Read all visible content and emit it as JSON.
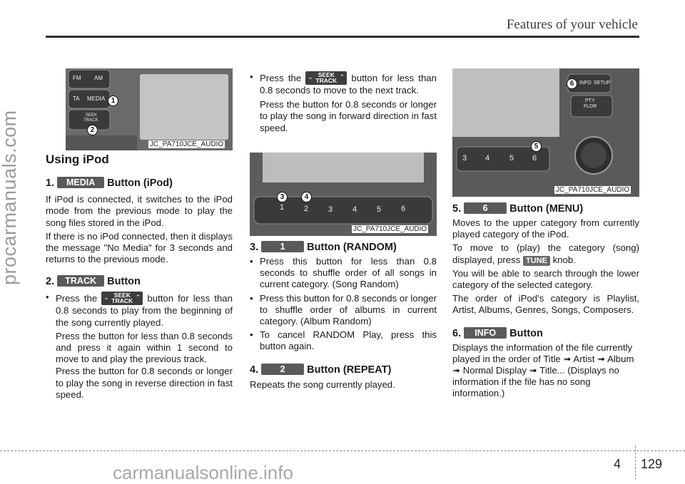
{
  "header": {
    "title": "Features of your vehicle"
  },
  "footer": {
    "chapter": "4",
    "page": "129",
    "watermark": "carmanualsonline.info",
    "side_watermark": "procarmanuals.com"
  },
  "figures": {
    "fig1": {
      "caption": "JC_PA710JCE_AUDIO",
      "labels": [
        "FM",
        "AM",
        "TA",
        "MEDIA",
        "SEEK",
        "TRACK"
      ],
      "callouts": [
        "1",
        "2"
      ]
    },
    "fig2": {
      "caption": "JC_PA710JCE_AUDIO",
      "keys": [
        "1",
        "2",
        "3",
        "4",
        "5",
        "6"
      ],
      "callouts": [
        "3",
        "4"
      ]
    },
    "fig3": {
      "caption": "JC_PA710JCE_AUDIO",
      "labels": [
        "INFO",
        "SETUP",
        "PTY",
        "FLDR"
      ],
      "keys": [
        "3",
        "4",
        "5",
        "6"
      ],
      "callouts": [
        "6",
        "5"
      ]
    }
  },
  "seek_icon": {
    "line1": "SEEK",
    "line2": "TRACK"
  },
  "col1": {
    "title": "Using iPod",
    "s1": {
      "heading_num": "1.",
      "badge": "MEDIA",
      "heading_text": "Button (iPod)",
      "p1": "If iPod is connected, it switches to the iPod mode from the previous mode to play the song files stored in the iPod.",
      "p2": "If there is no iPod connected, then it displays the message \"No Media\" for 3 seconds and returns to the previous mode."
    },
    "s2": {
      "heading_num": "2.",
      "badge": "TRACK",
      "heading_text": "Button",
      "b_pre": "Press the",
      "b_post": "button for less than 0.8 seconds to play from the beginning of the song currently played.",
      "p2": "Press the button for less than 0.8 seconds and press it again within 1 second to move to and play the previous track.",
      "p3": "Press the button for 0.8 seconds or longer to play the song in reverse direction in fast speed."
    }
  },
  "col2": {
    "b_pre": "Press the",
    "b_post": "button for less than 0.8 seconds to move to the next track.",
    "p_after": "Press the button for 0.8 seconds or longer to play the song in forward direction in fast speed.",
    "s3": {
      "heading_num": "3.",
      "badge": "1",
      "heading_text": "Button (RANDOM)",
      "bullets": [
        "Press this button for less than 0.8 seconds to shuffle order of all songs in current category. (Song Random)",
        "Press this button for 0.8 seconds or longer to shuffle order of albums in current category. (Album Random)",
        "To cancel RANDOM Play, press this button again."
      ]
    },
    "s4": {
      "heading_num": "4.",
      "badge": "2",
      "heading_text": "Button (REPEAT)",
      "p1": "Repeats the song currently played."
    }
  },
  "col3": {
    "s5": {
      "heading_num": "5.",
      "badge": "6",
      "heading_text": "Button (MENU)",
      "p1": "Moves to the upper category from currently played category of the iPod.",
      "p2_pre": "To move to (play) the category (song) displayed, press",
      "p2_badge": "TUNE",
      "p2_post": "knob.",
      "p3": "You will be able to search through the lower category of the selected category.",
      "p4": "The order of iPod’s category is Playlist, Artist, Albums, Genres, Songs, Composers."
    },
    "s6": {
      "heading_num": "6.",
      "badge": "INFO",
      "heading_text": "Button",
      "p1": "Displays the information of the file currently played in the order of Title ➟ Artist ➟ Album ➟ Normal Display ➟ Title... (Displays no information if the file has no song information.)"
    }
  }
}
